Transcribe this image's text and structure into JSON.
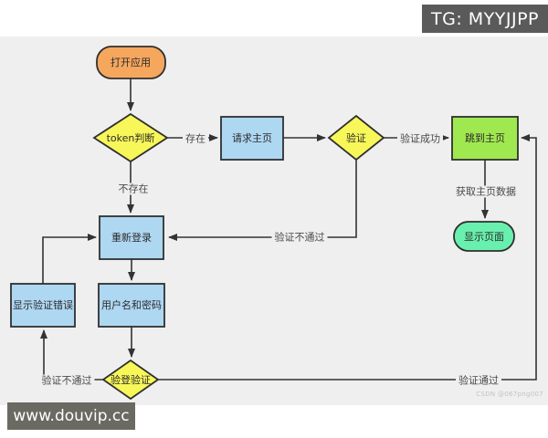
{
  "banners": {
    "tg": "TG: MYYJJPP",
    "site": "www.douvip.cc",
    "watermark": "CSDN @067png007"
  },
  "flowchart": {
    "nodes": {
      "open_app": "打开应用",
      "token_check": "token判断",
      "request_home": "请求主页",
      "verify": "验证",
      "jump_home": "跳到主页",
      "show_page": "显示页面",
      "relogin": "重新登录",
      "username_password": "用户名和密码",
      "show_verify_error": "显示验证错误",
      "login_verify": "验登验证"
    },
    "edge_labels": {
      "exists": "存在",
      "not_exists": "不存在",
      "verify_success": "验证成功",
      "fetch_home_data": "获取主页数据",
      "verify_fail_top": "验证不通过",
      "verify_fail_bottom": "验证不通过",
      "verify_pass": "验证通过"
    },
    "colors": {
      "terminal_orange": "#F6A75E",
      "decision_yellow": "#F7F75A",
      "process_blue": "#AED7F2",
      "process_green": "#A0E84F",
      "result_mint": "#69F0AE",
      "line": "#333333",
      "canvas_bg": "#efeff0"
    }
  }
}
